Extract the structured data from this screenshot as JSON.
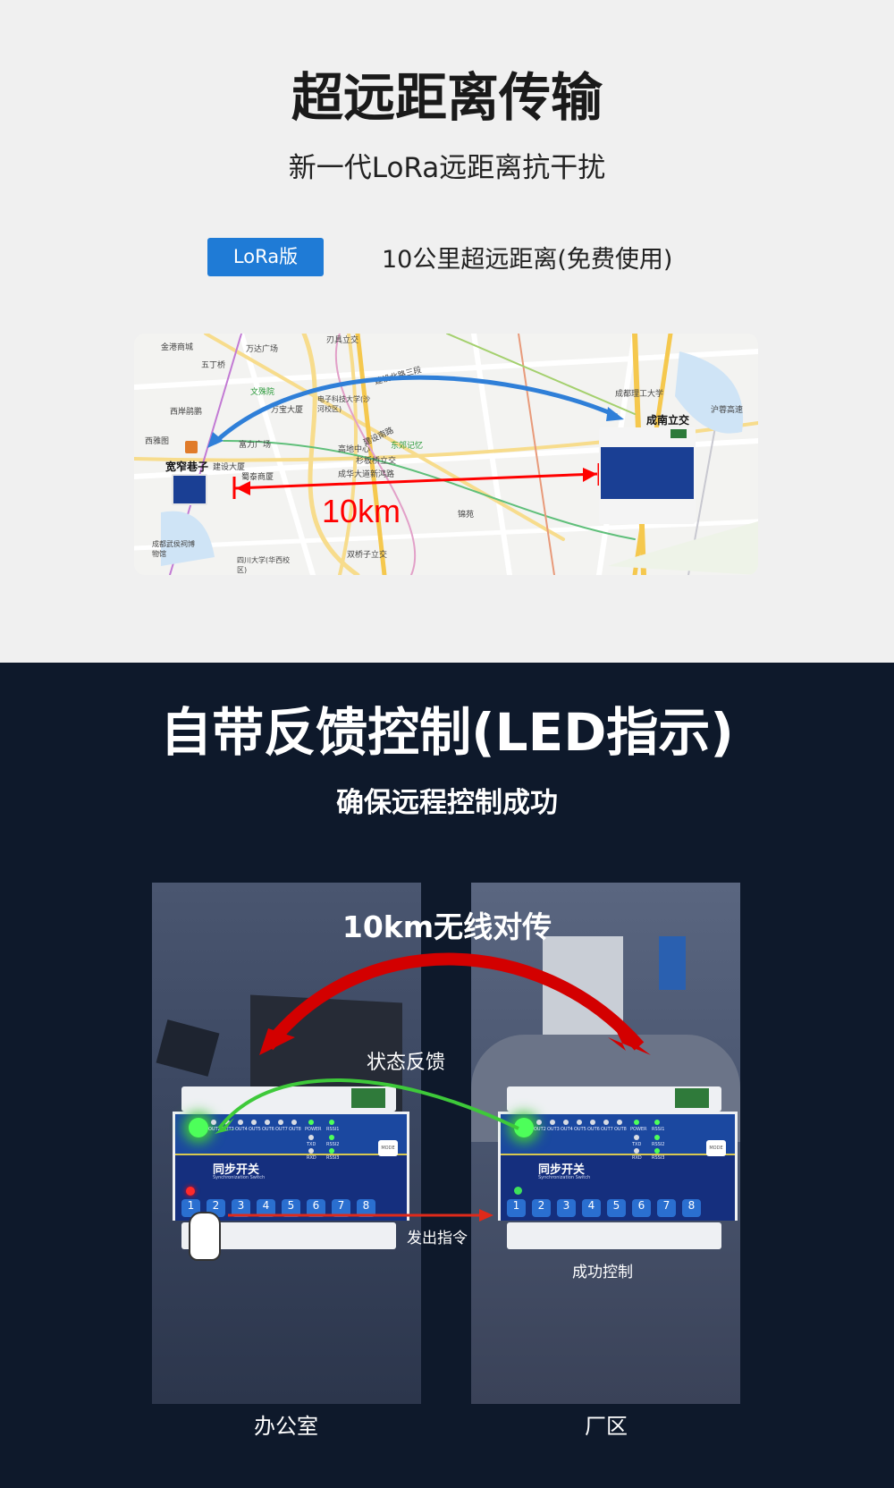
{
  "section1": {
    "title": "超远距离传输",
    "subtitle": "新一代LoRa远距离抗干扰",
    "badge": "LoRa版",
    "feature": "10公里超远距离(免费使用)"
  },
  "map": {
    "distance_label": "10km",
    "start_place": "宽窄巷子",
    "end_place": "成南立交",
    "labels": [
      "金港商城",
      "五丁桥",
      "万达广场",
      "刃具立交",
      "西岸鹃鹏",
      "文殊院",
      "万宝大厦",
      "电子科技大学(沙河校区)",
      "建设北路三段",
      "成都理工大学",
      "西雅图",
      "富力广场",
      "建设大厦",
      "蜀泰商厦",
      "高地中心",
      "东郊记忆",
      "杉板桥立交",
      "成华大道新鸿路",
      "建设南路",
      "锦苑",
      "成都武侯祠博物馆",
      "四川大学(华西校区)",
      "双桥子立交",
      "沪蓉高速"
    ]
  },
  "section2": {
    "title": "自带反馈控制(LED指示)",
    "subtitle": "确保远程控制成功",
    "wireless_label": "10km无线对传",
    "feedback_label": "状态反馈",
    "command_label": "发出指令",
    "success_label": "成功控制",
    "left_caption": "办公室",
    "right_caption": "厂区"
  },
  "device": {
    "brand": "同步开关",
    "brand_en": "Synchronization Switch",
    "buttons": [
      "1",
      "2",
      "3",
      "4",
      "5",
      "6",
      "7",
      "8"
    ],
    "out_labels": [
      "OUT2",
      "OUT3",
      "OUT4",
      "OUT5",
      "OUT6",
      "OUT7",
      "OUT8"
    ],
    "status_labels": [
      "POWER",
      "RSSI1",
      "TXD",
      "RSSI2",
      "RXD",
      "RSSI3"
    ],
    "mode": "MODE"
  },
  "colors": {
    "accent": "#1f7bd6",
    "dark_bg": "#0e192b",
    "device_blue": "#173a8c",
    "arrow_red": "#e00000",
    "arrow_green": "#3ec93a"
  }
}
